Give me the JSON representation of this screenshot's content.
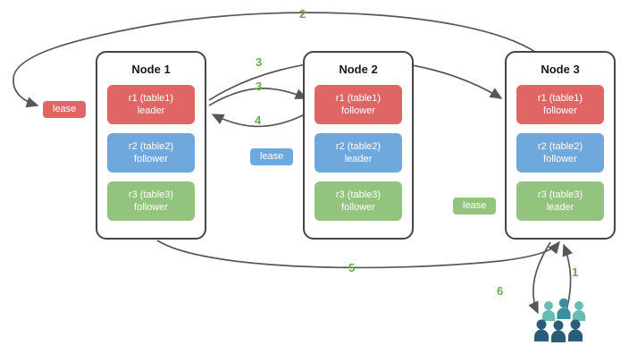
{
  "diagram": {
    "nodes": [
      {
        "title": "Node 1",
        "replicas": [
          {
            "name": "r1 (table1)",
            "role": "leader",
            "color": "#e06666"
          },
          {
            "name": "r2 (table2)",
            "role": "follower",
            "color": "#6fa8dc"
          },
          {
            "name": "r3 (table3)",
            "role": "follower",
            "color": "#93c47d"
          }
        ]
      },
      {
        "title": "Node 2",
        "replicas": [
          {
            "name": "r1 (table1)",
            "role": "follower",
            "color": "#e06666"
          },
          {
            "name": "r2 (table2)",
            "role": "leader",
            "color": "#6fa8dc"
          },
          {
            "name": "r3 (table3)",
            "role": "follower",
            "color": "#93c47d"
          }
        ]
      },
      {
        "title": "Node 3",
        "replicas": [
          {
            "name": "r1 (table1)",
            "role": "follower",
            "color": "#e06666"
          },
          {
            "name": "r2 (table2)",
            "role": "follower",
            "color": "#6fa8dc"
          },
          {
            "name": "r3 (table3)",
            "role": "leader",
            "color": "#93c47d"
          }
        ]
      }
    ],
    "leases": [
      {
        "label": "lease",
        "color": "#e06666"
      },
      {
        "label": "lease",
        "color": "#6fa8dc"
      },
      {
        "label": "lease",
        "color": "#93c47d"
      }
    ],
    "steps": {
      "s1": "1",
      "s2": "2",
      "s3a": "3",
      "s3b": "3",
      "s4": "4",
      "s5": "5",
      "s6": "6"
    },
    "colors": {
      "red": "#e06666",
      "blue": "#6fa8dc",
      "green": "#93c47d",
      "step_label": "#6aa84f",
      "arrow": "#575757",
      "node_border": "#454545",
      "users_light": "#67bdb6",
      "users_mid": "#3b8fa0",
      "users_dark": "#2b5d78"
    }
  }
}
